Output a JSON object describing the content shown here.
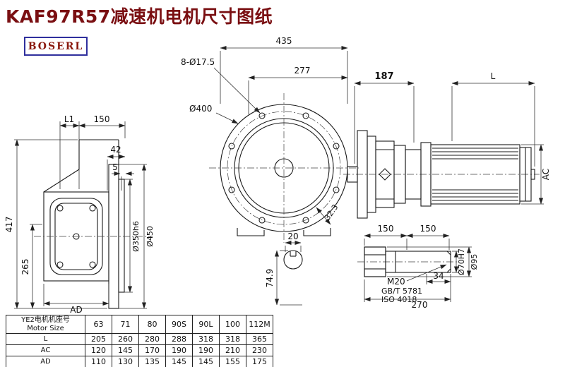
{
  "page": {
    "title": "KAF97R57减速机电机尺寸图纸",
    "logo": "BOSERL"
  },
  "drawing": {
    "left": {
      "l1": "L1",
      "w150": "150",
      "w42": "42",
      "w5": "5",
      "h417": "417",
      "h265": "265",
      "ad": "AD",
      "dia350": "Ø350h6",
      "dia450": "Ø450"
    },
    "front": {
      "w435": "435",
      "holes": "8-Ø17.5",
      "w277": "277",
      "dia400": "Ø400",
      "w20": "20",
      "h749": "74.9",
      "a323": "32.3"
    },
    "side": {
      "w187": "187",
      "l": "L",
      "ac": "AC"
    },
    "shaft": {
      "s150a": "150",
      "s150b": "150",
      "m20": "M20",
      "gbt": "GB/T 5781",
      "iso": "ISO 4018",
      "w34": "34",
      "w270": "270",
      "dia70": "Ø70H7",
      "dia95": "Ø95"
    }
  },
  "table": {
    "header_cn": "YE2电机机座号",
    "header_en": "Motor Size",
    "columns": [
      "63",
      "71",
      "80",
      "90S",
      "90L",
      "100",
      "112M"
    ],
    "rows": [
      {
        "label": "L",
        "values": [
          "205",
          "260",
          "280",
          "288",
          "318",
          "318",
          "365"
        ]
      },
      {
        "label": "AC",
        "values": [
          "120",
          "145",
          "170",
          "190",
          "190",
          "210",
          "230"
        ]
      },
      {
        "label": "AD",
        "values": [
          "110",
          "130",
          "135",
          "145",
          "145",
          "155",
          "175"
        ]
      }
    ]
  }
}
